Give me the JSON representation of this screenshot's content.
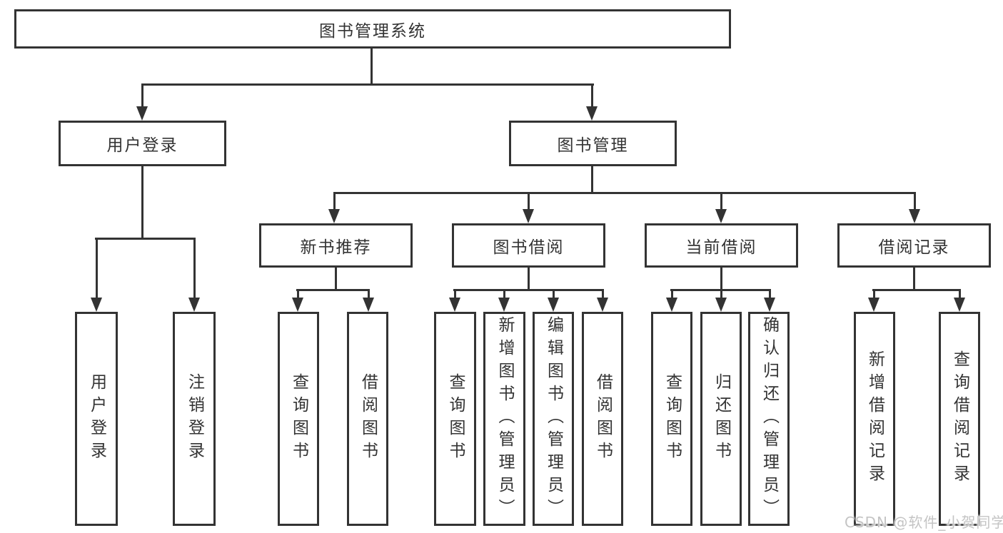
{
  "colors": {
    "line": "#333333",
    "text": "#333333",
    "background": "#ffffff",
    "watermark": "#c4c4c4"
  },
  "watermark": "CSDN @软件_小贺同学",
  "tree": {
    "root": {
      "label": "图书管理系统"
    },
    "branches": [
      {
        "label": "用户登录",
        "children": [
          {
            "label": "用户登录"
          },
          {
            "label": "注销登录"
          }
        ]
      },
      {
        "label": "图书管理",
        "children": [
          {
            "label": "新书推荐",
            "children": [
              {
                "label": "查询图书"
              },
              {
                "label": "借阅图书"
              }
            ]
          },
          {
            "label": "图书借阅",
            "children": [
              {
                "label": "查询图书"
              },
              {
                "label": "新增图书（管理员）"
              },
              {
                "label": "编辑图书（管理员）"
              },
              {
                "label": "借阅图书"
              }
            ]
          },
          {
            "label": "当前借阅",
            "children": [
              {
                "label": "查询图书"
              },
              {
                "label": "归还图书"
              },
              {
                "label": "确认归还（管理员）"
              }
            ]
          },
          {
            "label": "借阅记录",
            "children": [
              {
                "label": "新增借阅记录"
              },
              {
                "label": "查询借阅记录"
              }
            ]
          }
        ]
      }
    ]
  }
}
